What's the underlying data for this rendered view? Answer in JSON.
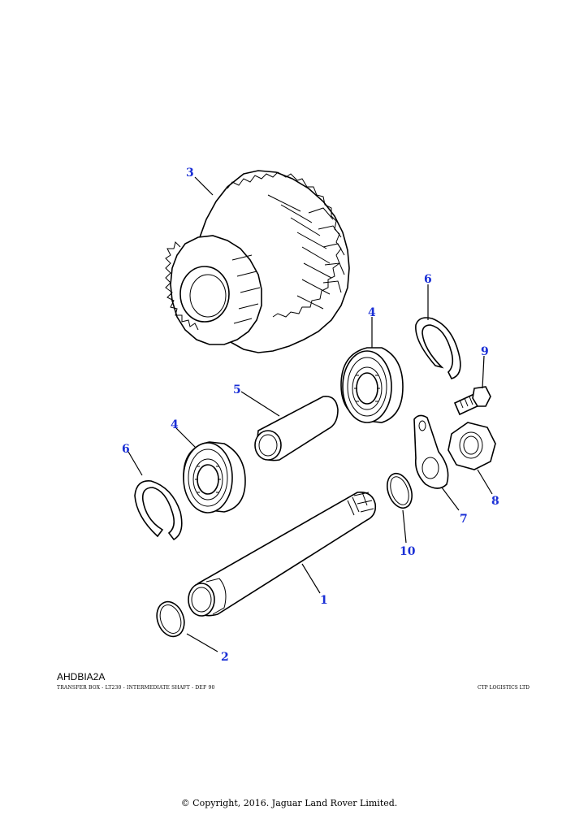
{
  "diagram": {
    "code": "AHDBIA2A",
    "caption": "TRANSFER BOX - LT230 - INTERMEDIATE SHAFT - DEF 90",
    "supplier": "CTP LOGISTICS LTD",
    "copyright": "© Copyright, 2016. Jaguar Land Rover Limited.",
    "callouts": {
      "c1": "1",
      "c2": "2",
      "c3": "3",
      "c4a": "4",
      "c4b": "4",
      "c5": "5",
      "c6a": "6",
      "c6b": "6",
      "c7": "7",
      "c8": "8",
      "c9": "9",
      "c10": "10"
    },
    "callout_color": "#1a2fd6"
  }
}
